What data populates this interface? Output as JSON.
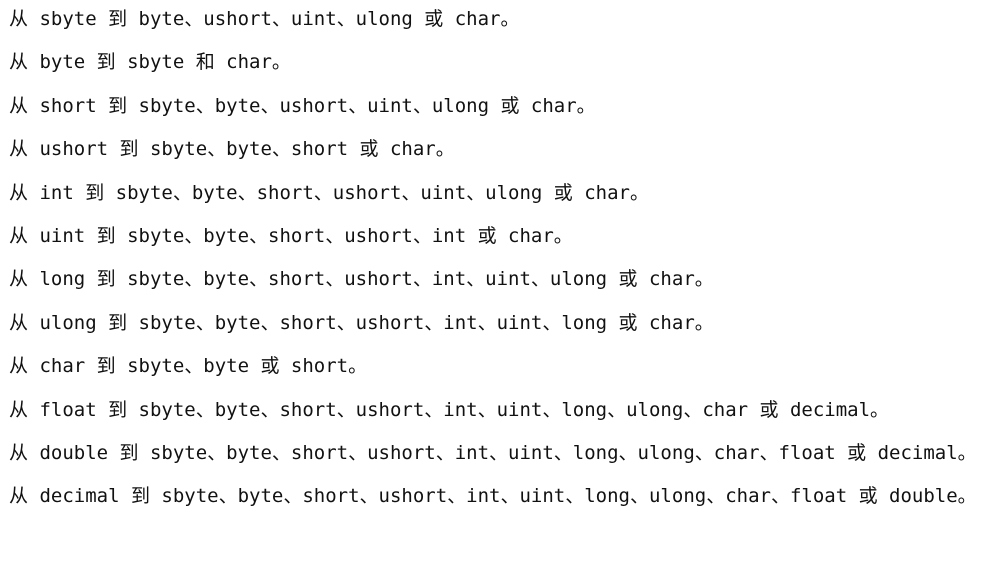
{
  "lines": [
    "从 sbyte 到 byte、ushort、uint、ulong 或 char。",
    "从 byte 到 sbyte 和 char。",
    "从 short 到 sbyte、byte、ushort、uint、ulong 或 char。",
    "从 ushort 到 sbyte、byte、short 或 char。",
    "从 int 到 sbyte、byte、short、ushort、uint、ulong 或 char。",
    "从 uint 到 sbyte、byte、short、ushort、int 或 char。",
    "从 long 到 sbyte、byte、short、ushort、int、uint、ulong 或 char。",
    "从 ulong 到 sbyte、byte、short、ushort、int、uint、long 或 char。",
    "从 char 到 sbyte、byte 或 short。",
    "从 float 到 sbyte、byte、short、ushort、int、uint、long、ulong、char 或 decimal。",
    "从 double 到 sbyte、byte、short、ushort、int、uint、long、ulong、char、float 或 decimal。",
    "从 decimal 到 sbyte、byte、short、ushort、int、uint、long、ulong、char、float 或 double。"
  ]
}
